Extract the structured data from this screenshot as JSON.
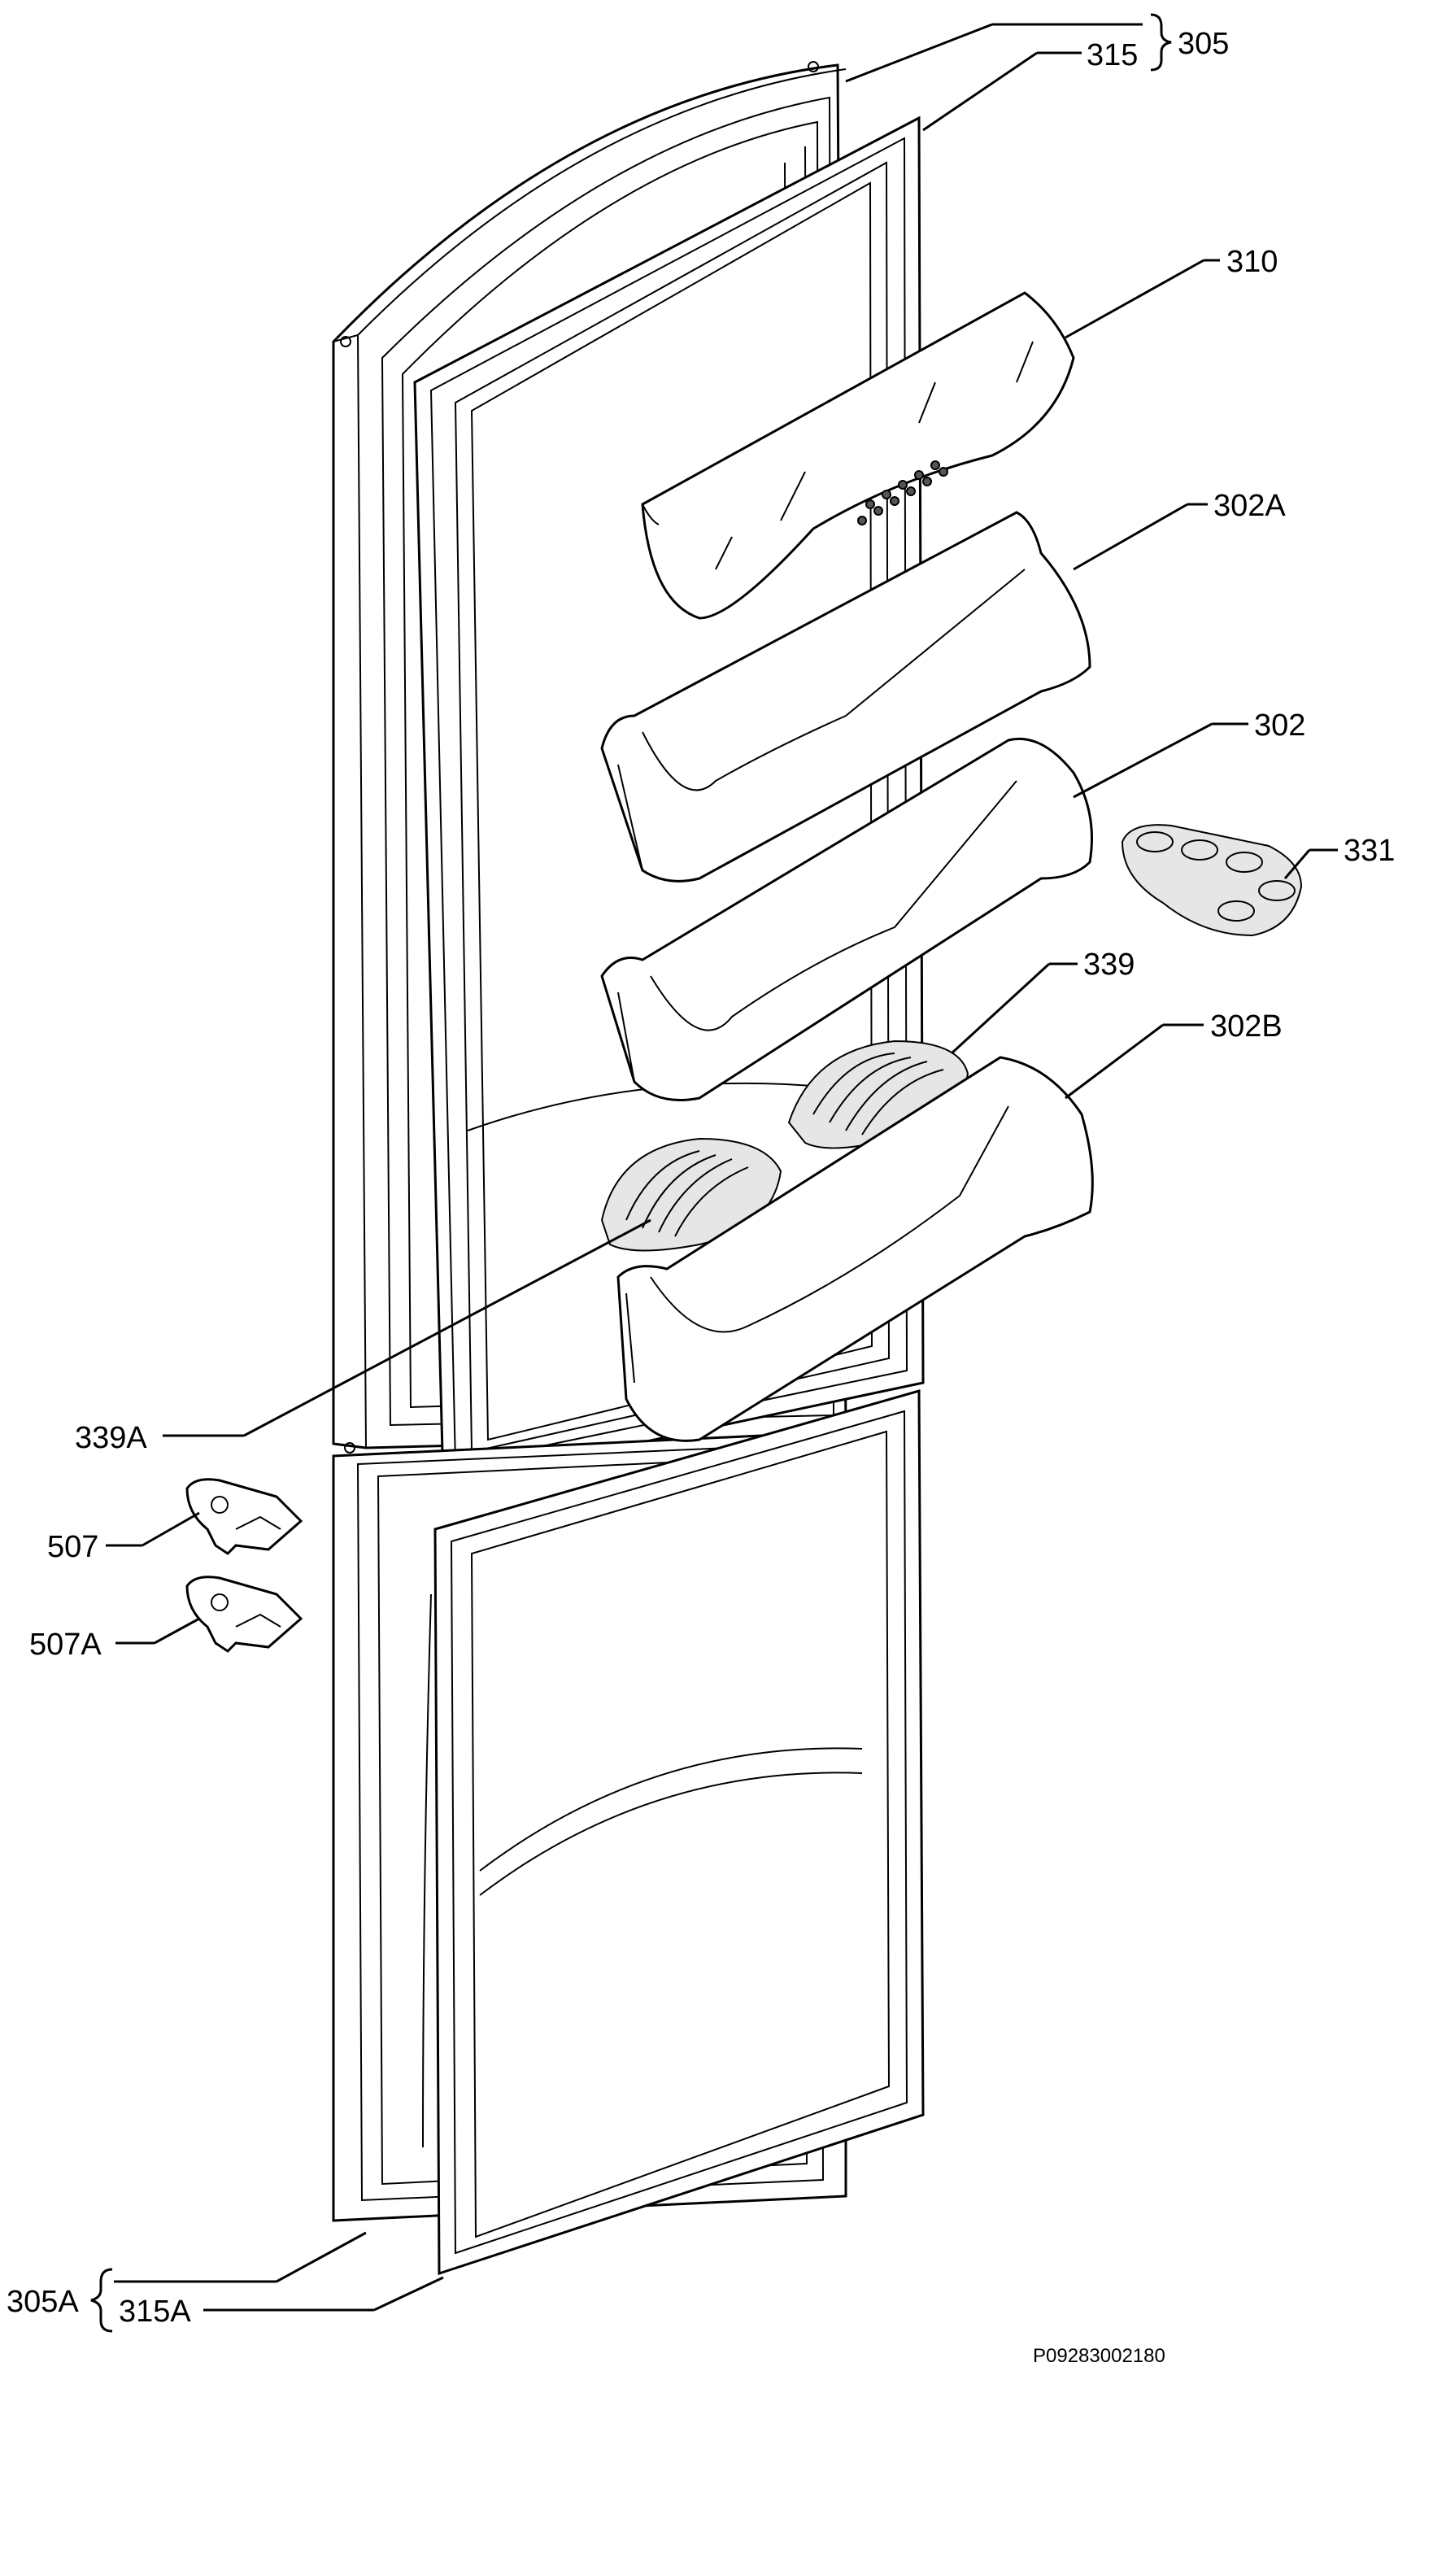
{
  "diagram": {
    "labels": {
      "l305": "305",
      "l315": "315",
      "l310": "310",
      "l302A": "302A",
      "l302": "302",
      "l331": "331",
      "l339": "339",
      "l302B": "302B",
      "l339A": "339A",
      "l507": "507",
      "l507A": "507A",
      "l305A": "305A",
      "l315A": "315A"
    },
    "drawing_code": "P09283002180"
  }
}
